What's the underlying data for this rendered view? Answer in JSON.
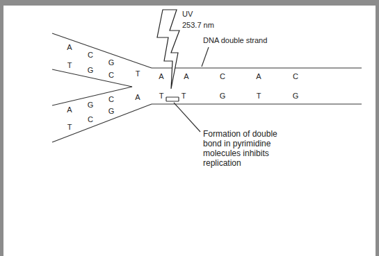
{
  "diagram": {
    "labels": [
      "UV",
      "253.7 nm",
      "DNA double strand",
      "A",
      "T",
      "C",
      "G",
      "G",
      "C",
      "T",
      "A",
      "T",
      "G",
      "C",
      "C",
      "G",
      "A",
      "A",
      "A",
      "C",
      "A",
      "C",
      "T",
      "T",
      "G",
      "T",
      "G",
      "Formation of double bond in pyrimidine molecules inhibits replication"
    ]
  }
}
